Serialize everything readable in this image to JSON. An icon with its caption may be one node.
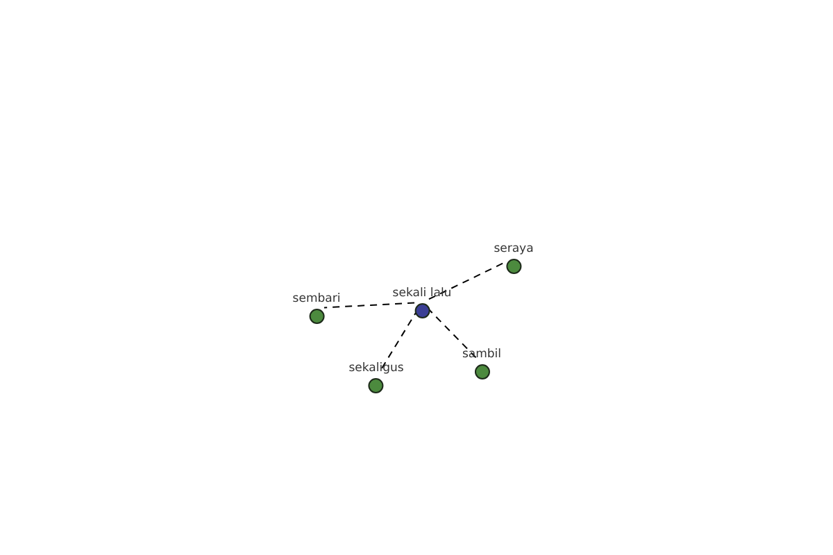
{
  "diagram": {
    "nodes": [
      {
        "text": [
          "sekali lalu"
        ]
      },
      {
        "text": [
          "seraya"
        ]
      },
      {
        "text": [
          "sembari"
        ]
      },
      {
        "text": [
          "sekaligus"
        ]
      },
      {
        "text": [
          "sambil"
        ]
      }
    ],
    "edges": [
      {
        "from": 0,
        "to": 1,
        "arrow": "none",
        "style": "dashed"
      },
      {
        "from": 0,
        "to": 2,
        "arrow": "none",
        "style": "dashed"
      },
      {
        "from": 0,
        "to": 3,
        "arrow": "none",
        "style": "dashed"
      },
      {
        "from": 0,
        "to": 4,
        "arrow": "none",
        "style": "dashed"
      }
    ]
  }
}
